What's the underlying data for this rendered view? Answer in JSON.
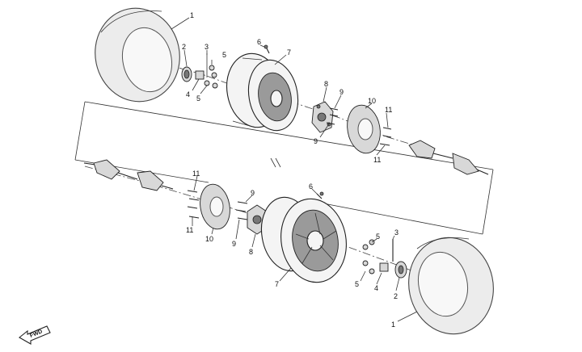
{
  "callouts": {
    "c1": "1",
    "c2": "2",
    "c3": "3",
    "c4": "4",
    "c5a": "5",
    "c5b": "5",
    "c6": "6",
    "c7": "7",
    "c8": "8",
    "c9a": "9",
    "c9b": "9",
    "c10": "10",
    "c11a": "11",
    "c11b": "11",
    "d1": "1",
    "d2": "2",
    "d3": "3",
    "d4": "4",
    "d5a": "5",
    "d5b": "5",
    "d6": "6",
    "d7": "7",
    "d8": "8",
    "d9a": "9",
    "d9b": "9",
    "d10": "10",
    "d11a": "11",
    "d11b": "11"
  },
  "fwd_label": "FWD"
}
